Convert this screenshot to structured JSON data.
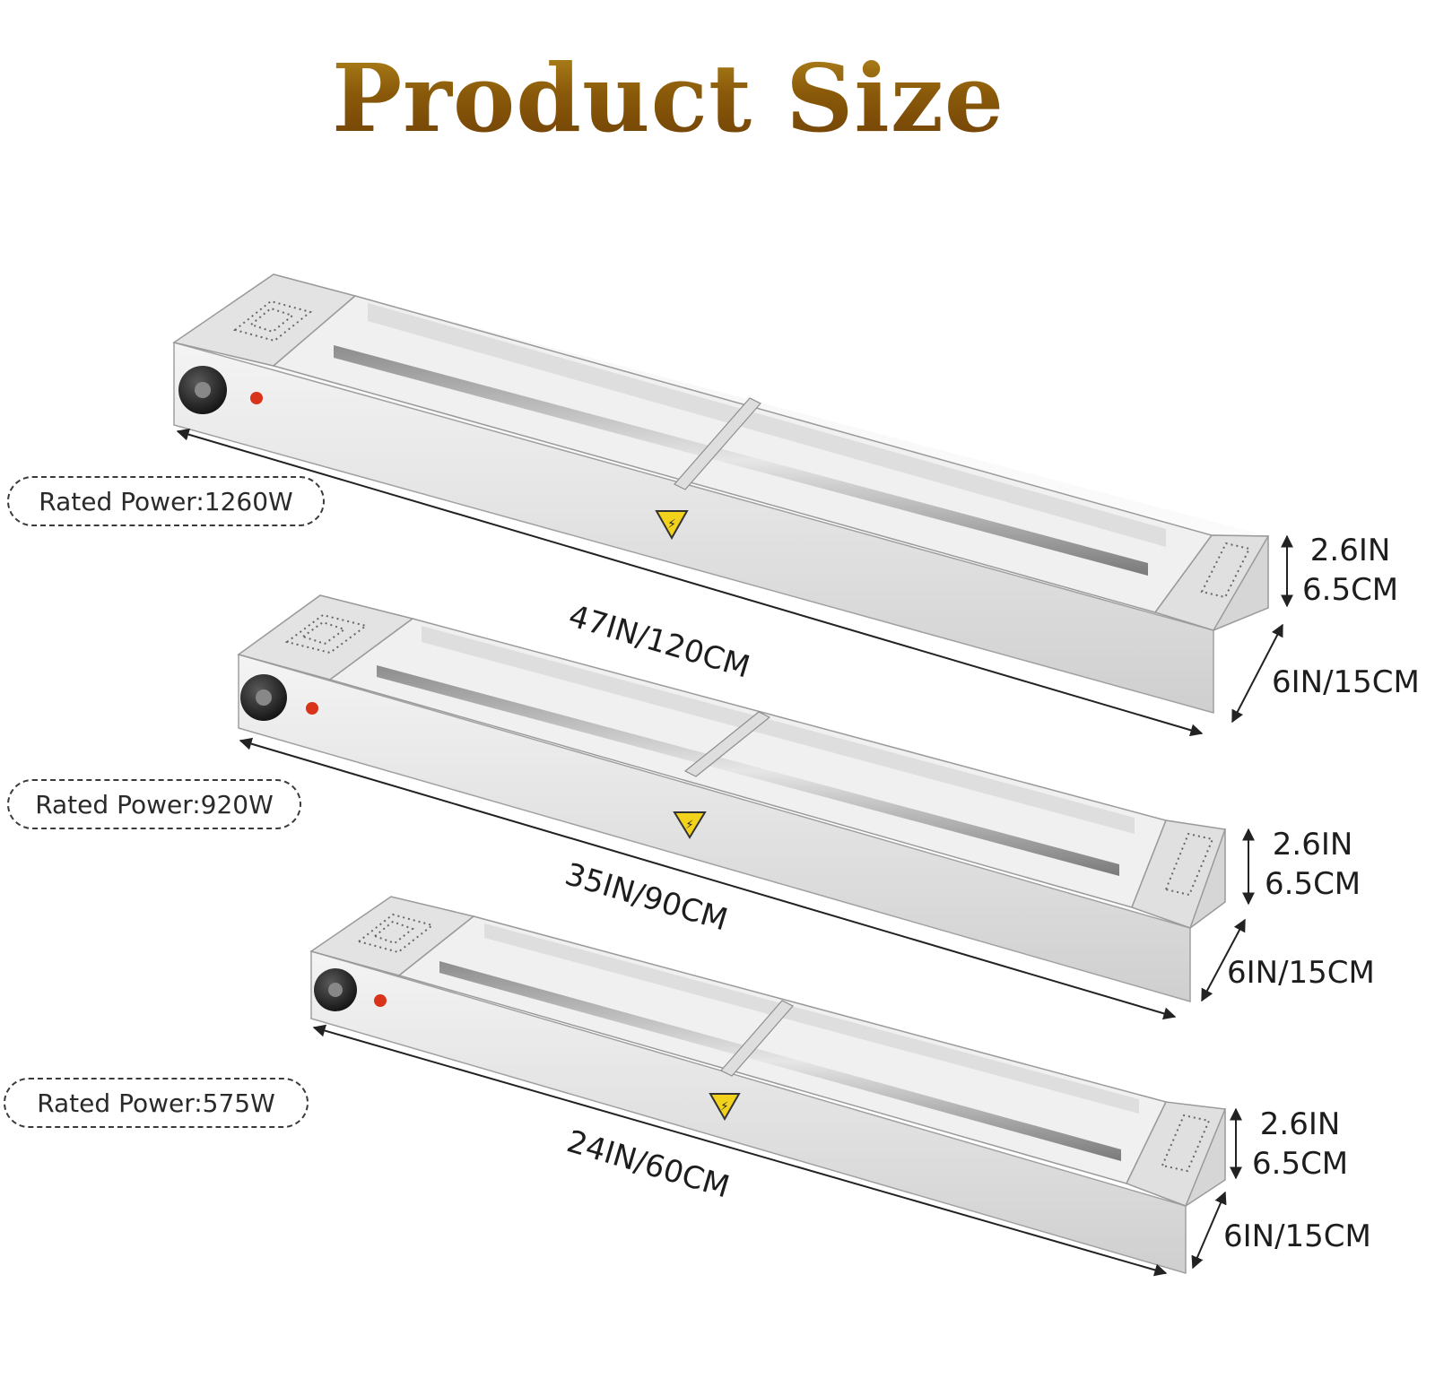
{
  "title": "Product Size",
  "units": [
    {
      "power": "Rated Power:1260W",
      "length": "47IN/120CM",
      "height_in": "2.6IN",
      "height_cm": "6.5CM",
      "depth": "6IN/15CM"
    },
    {
      "power": "Rated Power:920W",
      "length": "35IN/90CM",
      "height_in": "2.6IN",
      "height_cm": "6.5CM",
      "depth": "6IN/15CM"
    },
    {
      "power": "Rated Power:575W",
      "length": "24IN/60CM",
      "height_in": "2.6IN",
      "height_cm": "6.5CM",
      "depth": "6IN/15CM"
    }
  ],
  "colors": {
    "title_gold": "#9a6a12",
    "steel_light": "#e9e9e9",
    "steel_mid": "#c9c9c9",
    "steel_dark": "#9a9a9a",
    "warning_yellow": "#f2d21b",
    "indicator_red": "#d9331a"
  }
}
